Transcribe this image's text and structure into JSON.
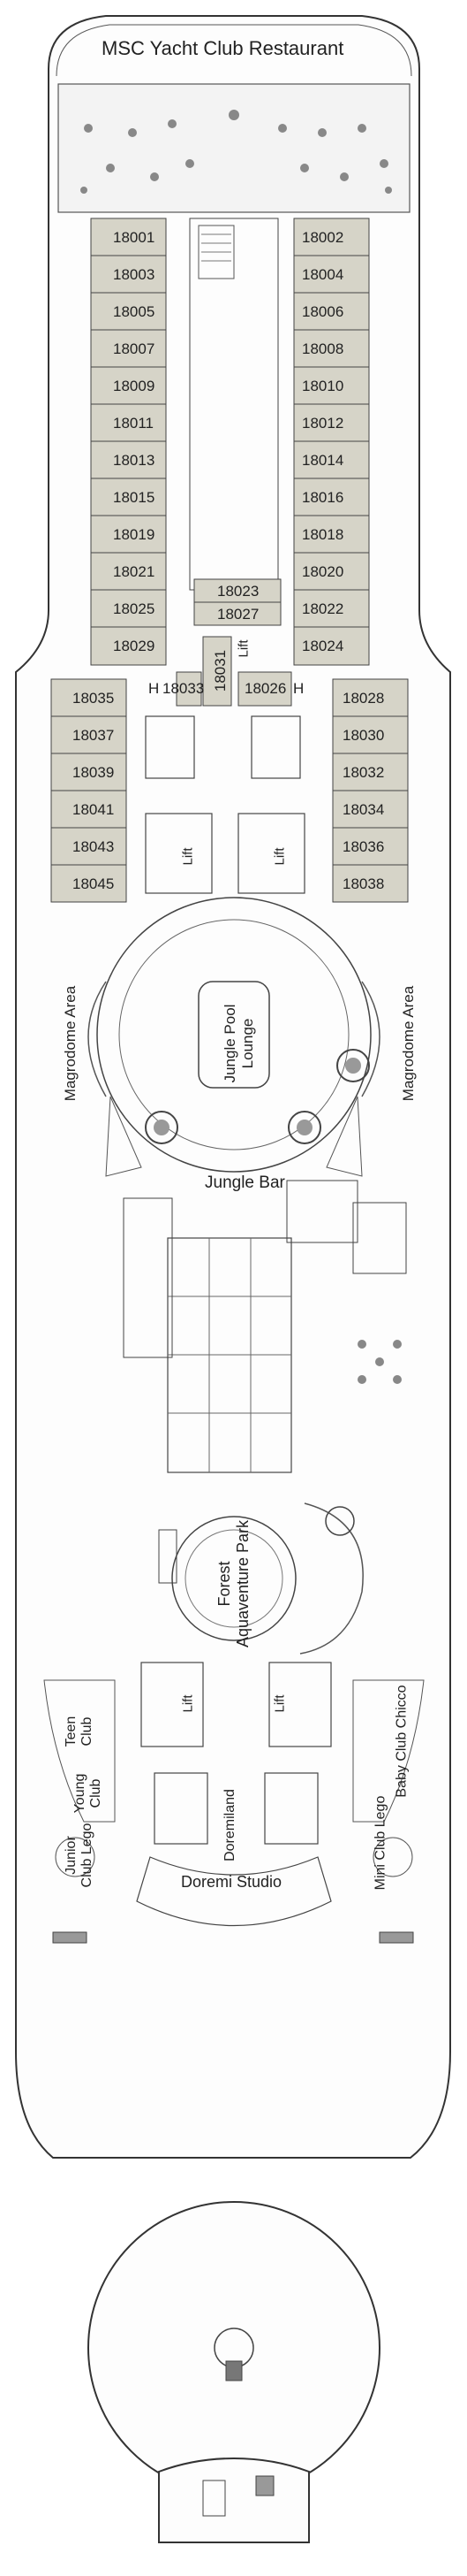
{
  "deck": {
    "restaurant": "MSC Yacht Club Restaurant",
    "left_cabins": [
      "18001",
      "18003",
      "18005",
      "18007",
      "18009",
      "18011",
      "18013",
      "18015",
      "18019",
      "18021",
      "18025",
      "18029"
    ],
    "right_cabins": [
      "18002",
      "18004",
      "18006",
      "18008",
      "18010",
      "18012",
      "18014",
      "18016",
      "18018",
      "18020",
      "18022",
      "18024"
    ],
    "center_cabins": [
      "18023",
      "18027"
    ],
    "cabin_18031": "18031",
    "cabin_18033": "18033",
    "cabin_18026": "18026",
    "lower_left_cabins": [
      "18035",
      "18037",
      "18039",
      "18041",
      "18043",
      "18045"
    ],
    "lower_right_cabins": [
      "18028",
      "18030",
      "18032",
      "18034",
      "18036",
      "18038"
    ],
    "lift": "Lift",
    "h": "H",
    "magrodome_left": "Magrodome Area",
    "magrodome_right": "Magrodome Area",
    "jungle_pool_lounge": "Jungle Pool Lounge",
    "jungle_bar": "Jungle Bar",
    "forest_park": "Forest Aquaventure Park",
    "teen_club": "Teen Club",
    "young_club": "Young Club",
    "junior_club": "Junior Club Lego",
    "doremiland": "Doremiland",
    "baby_club": "Baby Club Chicco",
    "mini_club": "Mini Club Lego",
    "doremi_studio": "Doremi Studio"
  }
}
